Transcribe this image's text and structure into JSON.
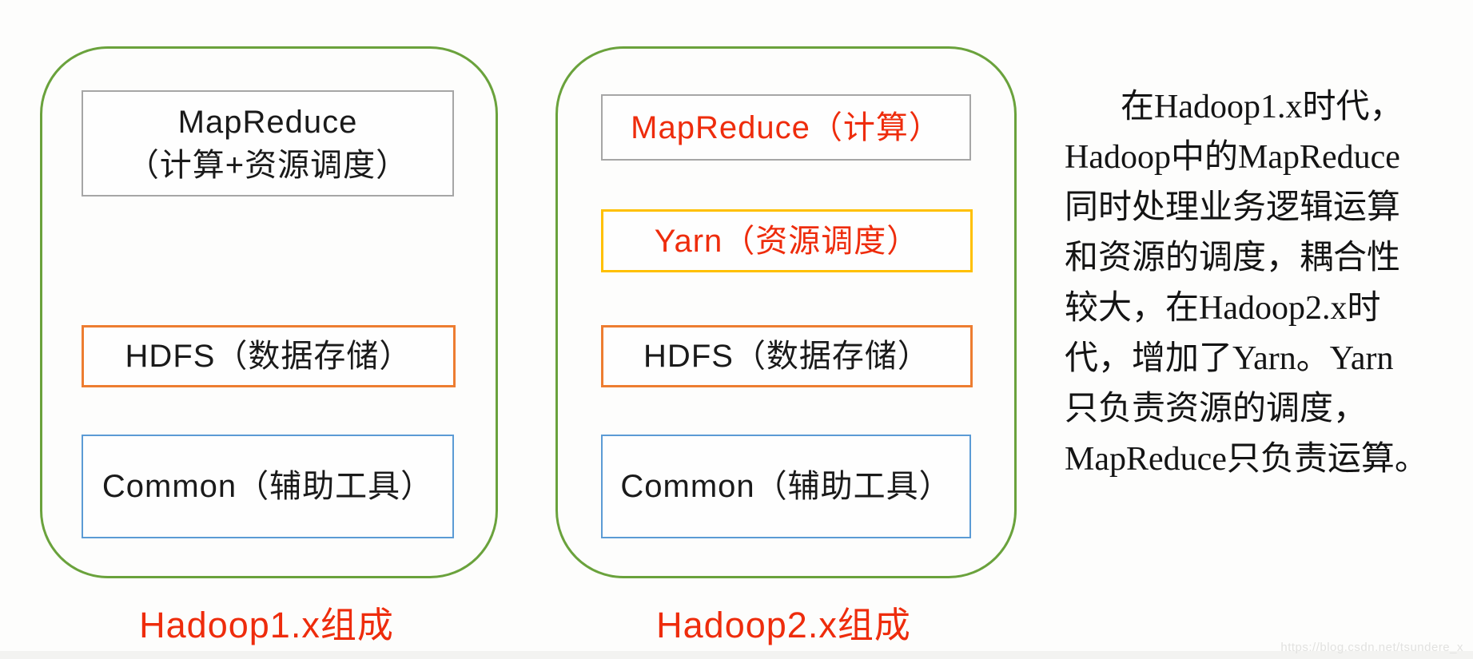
{
  "colors": {
    "container_green": "#6aa23c",
    "border_gray": "#a6a6a6",
    "border_orange": "#ed7d31",
    "border_blue": "#5b9bd5",
    "border_yellow": "#ffc000",
    "red_text": "#ee2c0c",
    "black_text": "#1a1a1a",
    "background": "#fdfdfc"
  },
  "panels": [
    {
      "name": "hadoop1x",
      "caption": "Hadoop1.x组成",
      "boxes": [
        {
          "id": "mapreduce",
          "lines": [
            "MapReduce",
            "（计算+资源调度）"
          ],
          "border_color": "#a6a6a6",
          "text_color": "#1a1a1a"
        },
        {
          "id": "hdfs",
          "lines": [
            "HDFS（数据存储）"
          ],
          "border_color": "#ed7d31",
          "text_color": "#1a1a1a"
        },
        {
          "id": "common",
          "lines": [
            "Common（辅助工具）"
          ],
          "border_color": "#5b9bd5",
          "text_color": "#1a1a1a"
        }
      ]
    },
    {
      "name": "hadoop2x",
      "caption": "Hadoop2.x组成",
      "boxes": [
        {
          "id": "mapreduce",
          "lines": [
            "MapReduce（计算）"
          ],
          "border_color": "#a6a6a6",
          "text_color": "#ee2c0c"
        },
        {
          "id": "yarn",
          "lines": [
            "Yarn（资源调度）"
          ],
          "border_color": "#ffc000",
          "text_color": "#ee2c0c"
        },
        {
          "id": "hdfs",
          "lines": [
            "HDFS（数据存储）"
          ],
          "border_color": "#ed7d31",
          "text_color": "#1a1a1a"
        },
        {
          "id": "common",
          "lines": [
            "Common（辅助工具）"
          ],
          "border_color": "#5b9bd5",
          "text_color": "#1a1a1a"
        }
      ]
    }
  ],
  "note": {
    "lines": [
      "在Hadoop1.x时代，",
      "Hadoop中的MapReduce",
      "同时处理业务逻辑运算",
      "和资源的调度，耦合性",
      "较大，在Hadoop2.x时",
      "代，增加了Yarn。Yarn",
      "只负责资源的调度，",
      "MapReduce只负责运算。"
    ]
  },
  "watermark": "https://blog.csdn.net/tsundere_x"
}
